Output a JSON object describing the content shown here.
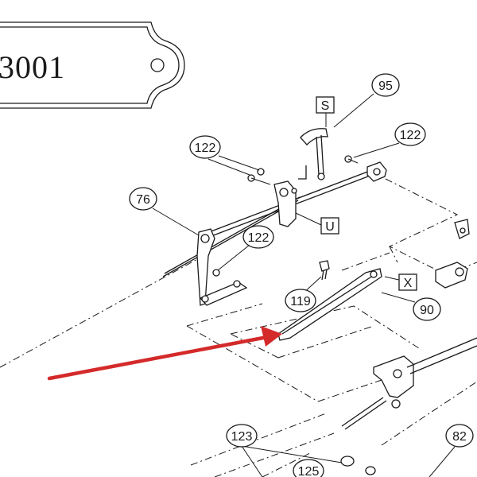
{
  "plate": {
    "text": "3001"
  },
  "part_numbers": {
    "p95": "95",
    "p122a": "122",
    "p122b": "122",
    "p122c": "122",
    "p76": "76",
    "p119": "119",
    "p90": "90",
    "p123": "123",
    "p125": "125",
    "p82": "82"
  },
  "reference_letters": {
    "S": "S",
    "U": "U",
    "X": "X"
  },
  "colors": {
    "arrow": "#d42a2a",
    "line": "#1a1a1a",
    "background": "#ffffff"
  }
}
